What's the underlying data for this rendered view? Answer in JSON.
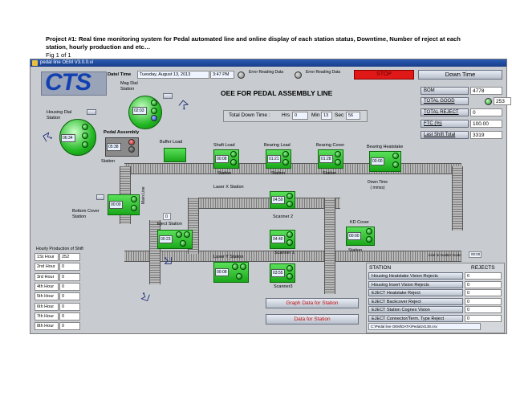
{
  "doc": {
    "heading": "Project #1: Real time monitoring system for Pedal automated line and online display of each station status, Downtime, Number of reject at each station, hourly production and etc…",
    "page": "Fig 1 of 1"
  },
  "window": {
    "title": "pedal line OEM V3.0.0.vi",
    "logo": "CTS",
    "date_label": "Date/ Time",
    "date_value": "Tuesday, August 13, 2013",
    "time_value": "3:47 PM",
    "error_reading_1": "Error Reading Data",
    "error_reading_2": "Error Reading Data",
    "stop_label": "STOP",
    "downtime_button": "Down Time",
    "main_title": "OEE FOR  PEDAL ASSEMBLY LINE",
    "total_down_label": "Total Down Time :",
    "hrs_label": "Hrs",
    "hrs_value": "0",
    "min_label": "Min",
    "min_value": "13",
    "sec_label": "Sec",
    "sec_value": "56"
  },
  "kpi": [
    {
      "label": "BOM",
      "value": "4778"
    },
    {
      "label": "TOTAL GOOD",
      "value": "253"
    },
    {
      "label": "TOTAL REJECT",
      "value": "0"
    },
    {
      "label": "FTC (%)",
      "value": "100.00"
    },
    {
      "label": "Last Shift Total",
      "value": "3319"
    }
  ],
  "stations": {
    "mag_dial": {
      "label": "Mag Dial\nStation",
      "value": "02:03"
    },
    "housing_dial": {
      "label": "Housing Dial\nStation",
      "value": "06:34"
    },
    "pedal_assembly": {
      "label": "Pedal Assembly",
      "value": "05:38"
    },
    "station_label": "Station",
    "buffer_load": {
      "label": "Buffer Load"
    },
    "shaft_load": {
      "label": "Shaft Load",
      "value": "00:08",
      "sub": "Station"
    },
    "bearing_load": {
      "label": "Bearing Load",
      "value": "01:21",
      "sub": "Station"
    },
    "bearing_cover": {
      "label": "Bearing Cover",
      "value": "01:28",
      "sub": "Station"
    },
    "bearing_heatstake": {
      "label": "Bearing Heatstake",
      "value": "00:00"
    },
    "down_time_note": "Down Time\n( mmss)",
    "laser_x": {
      "label": "Laser X Station",
      "value": "04:59",
      "sub": "Scanner 2"
    },
    "bottom_cover": {
      "label": "Bottom Cover\nStation",
      "value": "00:00"
    },
    "main_line": "Main Line",
    "eject_station": {
      "label": "Eject Station",
      "value": "00:23",
      "count": "0"
    },
    "scanner_1": {
      "label": "Scanner 1",
      "value": "04:40"
    },
    "kd_cover": {
      "label": "KD Cover",
      "value": "00:00",
      "sub": "Station"
    },
    "laser_y": {
      "label": "Laser Y Station",
      "value": "00:08"
    },
    "scanner_3": {
      "label": "Scanner3",
      "value": "03:55"
    }
  },
  "hourly": {
    "title": "Hourly Production of Shift",
    "rows": [
      {
        "hour": "1St Hour",
        "value": "252"
      },
      {
        "hour": "2nd Hour",
        "value": "0"
      },
      {
        "hour": "3rd Hour",
        "value": "0"
      },
      {
        "hour": "4th Hour",
        "value": "0"
      },
      {
        "hour": "5th Hour",
        "value": "0"
      },
      {
        "hour": "6th Hour",
        "value": "0"
      },
      {
        "hour": "7th Hour",
        "value": "0"
      },
      {
        "hour": "8th Hour",
        "value": "0"
      }
    ]
  },
  "buttons": {
    "graph": "Graph Data for Station",
    "data": "Data for Station"
  },
  "master": {
    "label": "Line in master mode",
    "value": "00:00"
  },
  "rejects": {
    "header_station": "STATION",
    "header_rejects": "REJECTS",
    "rows": [
      {
        "station": "Housing Heatstake Vision Rejects",
        "value": "6"
      },
      {
        "station": "Housing Insert Vision Rejects",
        "value": "0"
      },
      {
        "station": "EJECT Heatstake Reject",
        "value": "0"
      },
      {
        "station": "EJECT Backcover Reject",
        "value": "0"
      },
      {
        "station": "EJECT Station Cognex Vision",
        "value": "0"
      },
      {
        "station": "EJECT Connector/Term. Type Reject",
        "value": "0"
      }
    ],
    "path": "C:\\Pedal line OEM\\DATA\\Pedal24138.csv"
  }
}
